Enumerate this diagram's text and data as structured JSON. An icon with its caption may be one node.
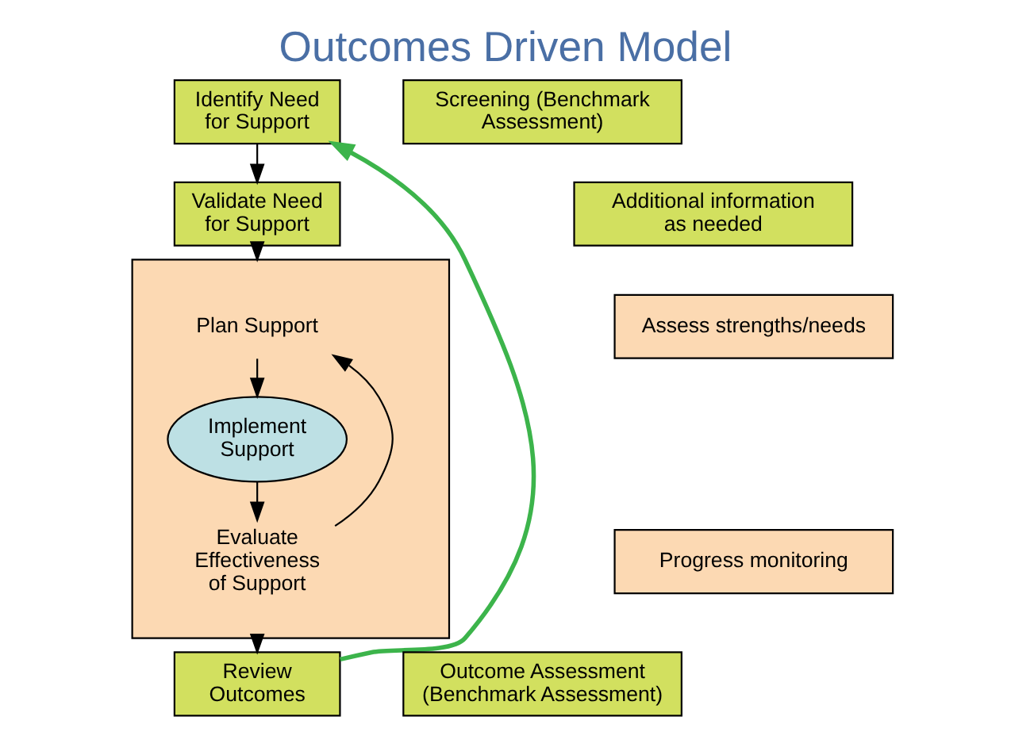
{
  "diagram": {
    "title": "Outcomes Driven Model",
    "nodes": [
      {
        "text": [
          "Identify Need for Support"
        ]
      },
      {
        "text": [
          "Validate Need for Support"
        ]
      },
      {
        "text": [],
        "shape": "box"
      },
      {
        "text": [
          "Plan Support"
        ],
        "in": 2
      },
      {
        "text": [
          "Implement Support"
        ],
        "in": 2
      },
      {
        "text": [
          "Evaluate Effectiveness of Support"
        ],
        "in": 2
      },
      {
        "text": [
          "Review Outcomes"
        ]
      },
      {
        "text": [
          "Screening (Benchmark Assessment)"
        ]
      },
      {
        "text": [
          "Additional information as needed"
        ]
      },
      {
        "text": [
          "Assess strengths/needs"
        ]
      },
      {
        "text": [
          "Progress monitoring"
        ]
      },
      {
        "text": [
          "Outcome Assessment (Benchmark Assessment)"
        ]
      }
    ],
    "edges": [
      {
        "from": 0,
        "to": 1,
        "arrow": "to"
      },
      {
        "from": 1,
        "to": 2,
        "arrow": "to"
      },
      {
        "from": 3,
        "to": 4,
        "arrow": "to"
      },
      {
        "from": 4,
        "to": 5,
        "arrow": "to"
      },
      {
        "from": 5,
        "to": 3,
        "arrow": "to"
      },
      {
        "from": 2,
        "to": 6,
        "arrow": "to"
      },
      {
        "from": 6,
        "to": 0,
        "arrow": "to",
        "color": "#3cb44b",
        "style": "thick"
      }
    ]
  }
}
